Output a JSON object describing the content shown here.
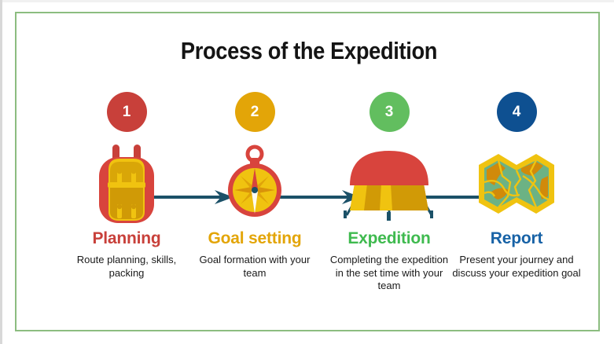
{
  "slide": {
    "title": "Process of the Expedition",
    "frame_color": "#8cbd80",
    "background": "#ffffff",
    "arrow_color": "#1b5168"
  },
  "steps": [
    {
      "number": "1",
      "color": "#c8403a",
      "title": "Planning",
      "description": "Route planning, skills, packing",
      "icon": "backpack-icon"
    },
    {
      "number": "2",
      "color": "#e3a508",
      "title": "Goal setting",
      "description": "Goal formation with your team",
      "icon": "compass-icon"
    },
    {
      "number": "3",
      "color": "#62be5f",
      "title": "Expedition",
      "description": "Completing the expedition in the set time with your team",
      "icon": "tent-icon"
    },
    {
      "number": "4",
      "color": "#0e5091",
      "title": "Report",
      "description": "Present your journey and discuss your expedition goal",
      "icon": "map-icon"
    }
  ],
  "arrows": [
    {
      "name": "arrow-step1-to-step2"
    },
    {
      "name": "arrow-step2-to-step3"
    },
    {
      "name": "arrow-step3-to-step4"
    }
  ]
}
